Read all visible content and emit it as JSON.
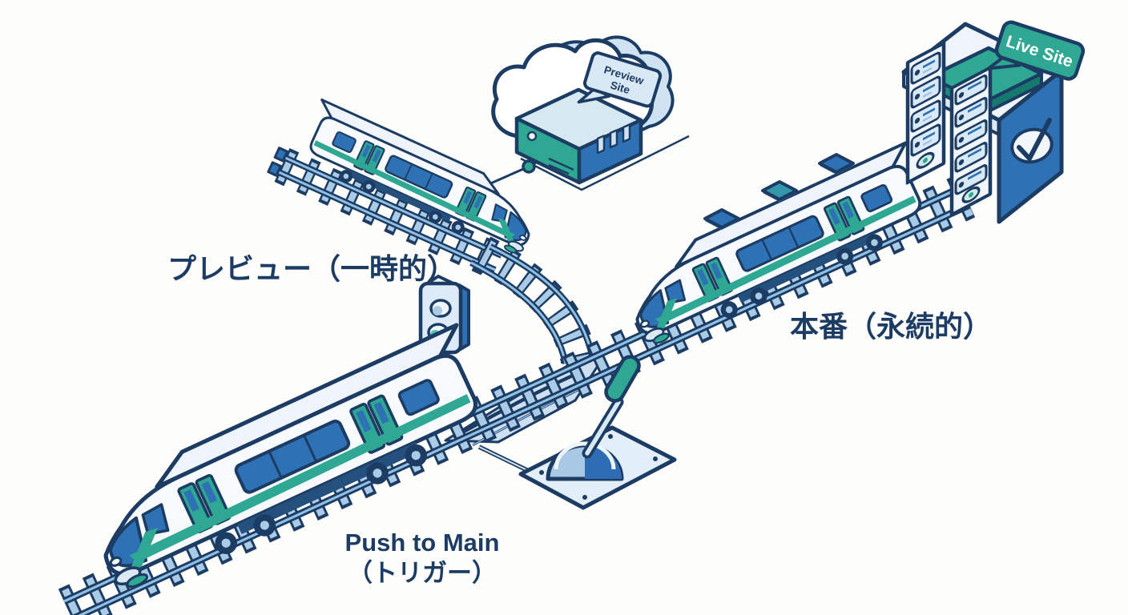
{
  "labels": {
    "preview_branch": "プレビュー（一時的）",
    "production_line": "本番（永続的）",
    "trigger_line1": "Push to Main",
    "trigger_line2": "（トリガー）"
  },
  "tags": {
    "preview_site_line1": "Preview",
    "preview_site_line2": "Site",
    "live_site": "Live Site"
  },
  "icons": {
    "cloud": "cloud-icon",
    "preview_server": "server-box-icon",
    "live_server": "server-rack-icon",
    "checkmark": "checkmark-icon",
    "signal": "signal-light-icon",
    "switch_lever": "switch-lever-icon",
    "train": "train-icon",
    "track": "railway-track"
  },
  "colors": {
    "navy": "#1d3c63",
    "blue": "#2e72b5",
    "blue_dark": "#24507e",
    "teal": "#2fa893",
    "teal_dark": "#1f8a7c",
    "body": "#f6fafd",
    "panel": "#d9e8f5",
    "tie": "#a9cbe6",
    "rail_hi": "#8fc0e4",
    "background": "#fdfdfb",
    "text": "#1d3c63"
  }
}
